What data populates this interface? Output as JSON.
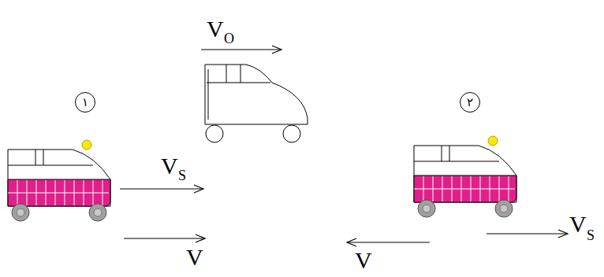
{
  "diagram": {
    "nodes": [
      {
        "text": [
          "١"
        ]
      },
      {
        "text": [
          "٢"
        ]
      }
    ],
    "labels": [
      "V",
      "O",
      "V",
      "S",
      "V",
      "V",
      "V",
      "S"
    ]
  }
}
